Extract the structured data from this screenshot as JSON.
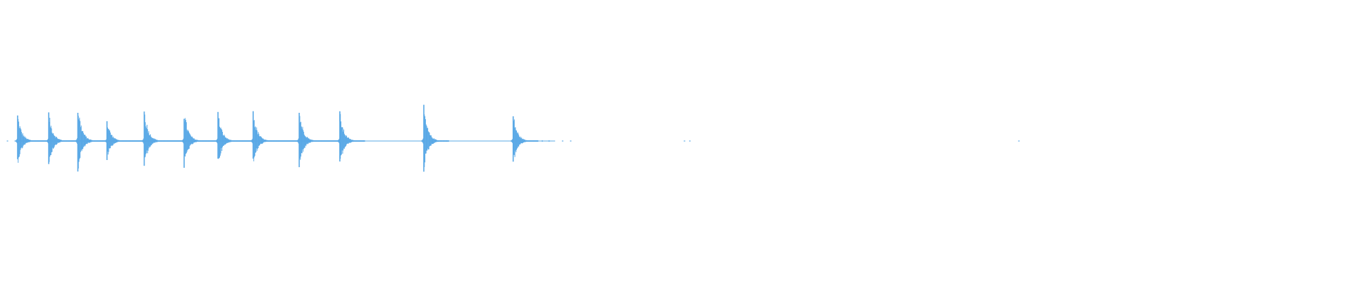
{
  "waveform": {
    "color": "#5aa9e6",
    "duration_samples": 1920,
    "transients": [
      {
        "t": 0.013,
        "amp": 0.42
      },
      {
        "t": 0.036,
        "amp": 0.44
      },
      {
        "t": 0.0575,
        "amp": 0.57
      },
      {
        "t": 0.079,
        "amp": 0.33
      },
      {
        "t": 0.1065,
        "amp": 0.5
      },
      {
        "t": 0.136,
        "amp": 0.48
      },
      {
        "t": 0.161,
        "amp": 0.45
      },
      {
        "t": 0.187,
        "amp": 0.47
      },
      {
        "t": 0.221,
        "amp": 0.5
      },
      {
        "t": 0.251,
        "amp": 0.45
      },
      {
        "t": 0.313,
        "amp": 0.52
      },
      {
        "t": 0.379,
        "amp": 0.42
      }
    ],
    "sustain_segments": [
      {
        "start": 0.013,
        "end": 0.251,
        "amp": 0.01
      },
      {
        "start": 0.251,
        "end": 0.313,
        "amp": 0.005
      },
      {
        "start": 0.313,
        "end": 0.379,
        "amp": 0.003
      },
      {
        "start": 0.379,
        "end": 0.41,
        "amp": 0.003
      }
    ],
    "specks": [
      0.005,
      0.4,
      0.405,
      0.415,
      0.421,
      0.505,
      0.509,
      0.752
    ]
  }
}
